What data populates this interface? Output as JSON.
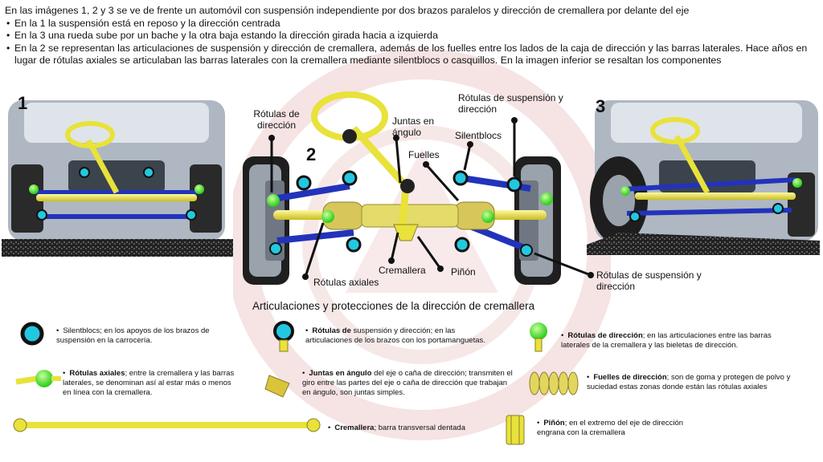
{
  "intro": {
    "line1": "En las imágenes 1, 2 y 3 se ve de frente un automóvil con suspensión independiente por dos brazos paralelos y dirección de cremallera por delante del eje",
    "bullets": [
      "En la 1 la suspensión está en reposo y la dirección centrada",
      "En la 3 una rueda sube por un bache y la otra baja estando la dirección girada hacia a izquierda",
      "En la 2 se representan las articulaciones de suspensión y dirección de cremallera, además de los fuelles entre los lados de la caja de dirección y las barras laterales. Hace años en lugar de rótulas axiales se articulaban las barras laterales con la cremallera mediante silentblocs o casquillos. En la imagen inferior se resaltan los componentes"
    ]
  },
  "figures": {
    "one": "1",
    "two": "2",
    "three": "3"
  },
  "callouts": {
    "rotulas_direccion": "Rótulas de dirección",
    "juntas_angulo": "Juntas en ángulo",
    "fuelles": "Fuelles",
    "silentblocs": "Silentblocs",
    "rotulas_susp_top": "Rótulas de suspensión y dirección",
    "rotulas_axiales": "Rótulas axiales",
    "cremallera": "Cremallera",
    "pinon": "Piñón",
    "rotulas_susp_bottom": "Rótulas de suspensión y dirección"
  },
  "section_title": "Articulaciones y protecciones de la dirección de cremallera",
  "legend": {
    "silentblocs": {
      "bold": "",
      "text": "Silentblocs; en los apoyos de los brazos de suspensión en la carrocería."
    },
    "rotulas_susp": {
      "bold": "Rótulas de",
      "text": " suspensión y dirección; en las articulaciones de los brazos con los portamanguetas."
    },
    "rotulas_dir": {
      "bold": "Rótulas de dirección",
      "text": "; en las articulaciones entre las barras laterales de la cremallera y las bieletas de dirección."
    },
    "rotulas_axiales": {
      "bold": "Rótulas axiales",
      "text": "; entre la cremallera y las barras laterales, se denominan así al estar más o menos en línea con la cremallera."
    },
    "juntas": {
      "bold": "Juntas en ángulo",
      "text": " del eje o caña de dirección; transmiten el giro entre las partes del eje o caña de dirección que trabajan en ángulo, son juntas simples."
    },
    "fuelles": {
      "bold": "Fuelles de dirección",
      "text": "; son de goma y protegen de polvo y suciedad estas zonas donde están las rótulas axiales"
    },
    "cremallera": {
      "bold": "Cremallera",
      "text": "; barra transversal dentada"
    },
    "pinon": {
      "bold": "Piñón",
      "text": "; en el extremo del eje de dirección engrana con la cremallera"
    }
  },
  "colors": {
    "yellow": "#e8e23a",
    "blue": "#2233bb",
    "green": "#3dde2a",
    "cyan": "#22c8e0",
    "watermark": "#f3dede"
  }
}
